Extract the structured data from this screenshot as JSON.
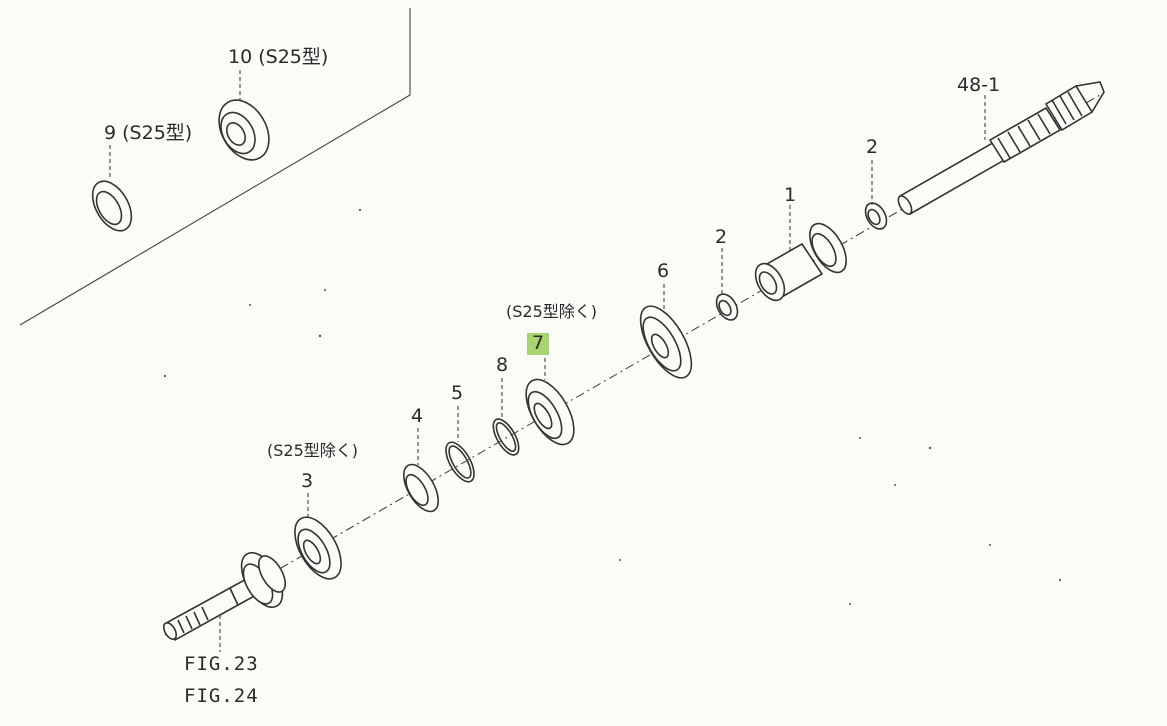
{
  "highlight_color": "#a9d36f",
  "labels": {
    "part_10": "10 (S25型)",
    "part_9": "9 (S25型)",
    "part_48_1": "48-1",
    "part_2_right": "2",
    "part_1": "1",
    "part_2_mid": "2",
    "part_6": "6",
    "note_upper": "(S25型除く)",
    "part_7": "7",
    "part_8": "8",
    "part_5": "5",
    "part_4": "4",
    "note_lower": "(S25型除く)",
    "part_3": "3",
    "fig_23": "FIG.23",
    "fig_24": "FIG.24"
  }
}
